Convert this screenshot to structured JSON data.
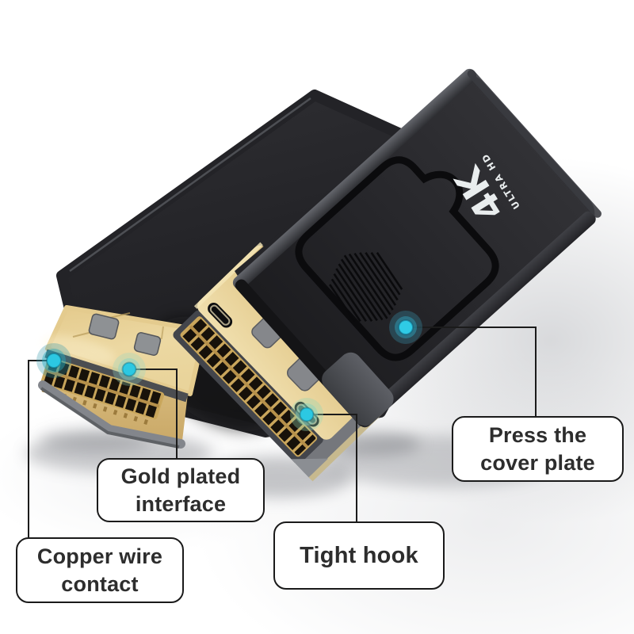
{
  "meta": {
    "description": "Product photo of a black 4K UHD DisplayPort adapter pair with gold DP plugs and feature callouts"
  },
  "logo": {
    "line1": "4K",
    "line2": "ULTRA HD"
  },
  "callouts": {
    "gold": {
      "lines": [
        "Gold plated",
        "interface"
      ]
    },
    "copper": {
      "lines": [
        "Copper wire",
        "contact"
      ]
    },
    "hook": {
      "lines": [
        "Tight hook"
      ]
    },
    "cover": {
      "lines": [
        "Press the",
        "cover plate"
      ]
    }
  },
  "colors": {
    "accent_dot": "#2cc8e2",
    "gold_face": "#e9d49b",
    "adapter_body": "#26262a",
    "label_border": "#1a1a1a",
    "label_text": "#2d2d2d",
    "background": "#ffffff"
  }
}
